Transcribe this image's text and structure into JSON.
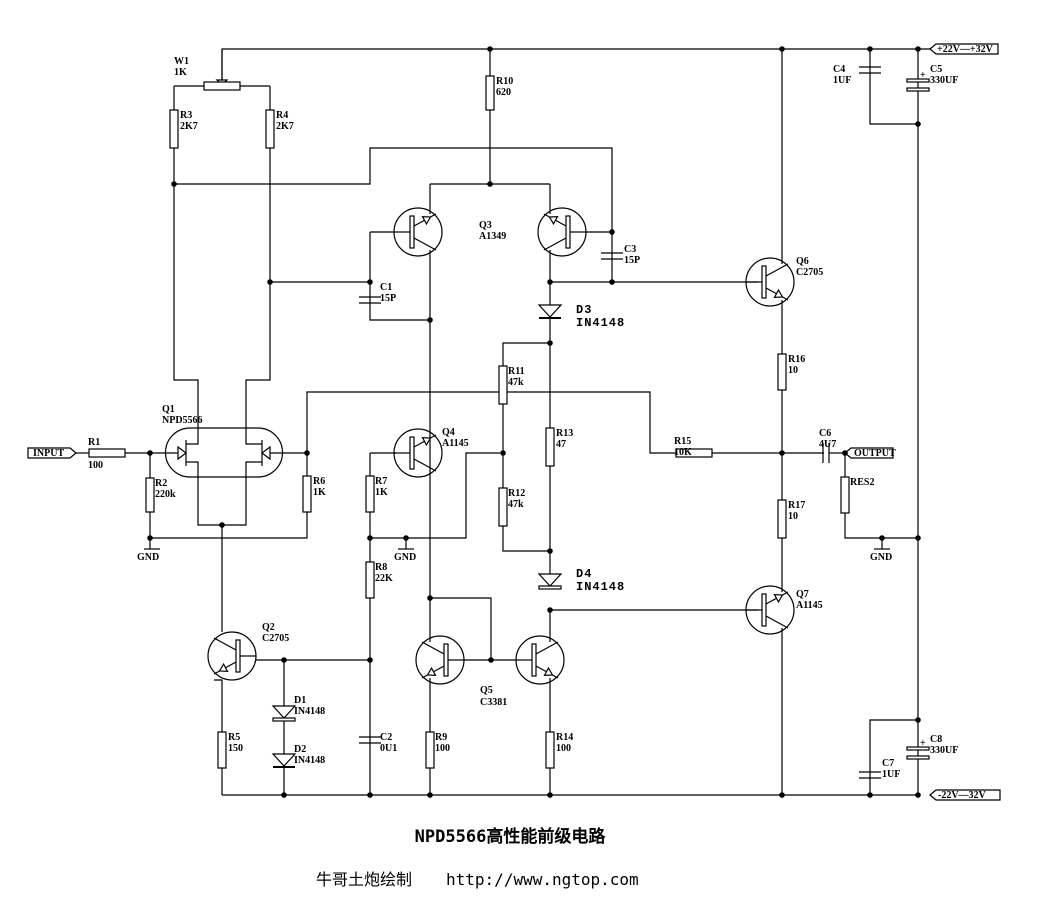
{
  "title": "NPD5566高性能前级电路",
  "credit": {
    "author": "牛哥土炮绘制",
    "url": "http://www.ngtop.com"
  },
  "ports": {
    "input": "INPUT",
    "output": "OUTPUT",
    "vpos": "+22V—+32V",
    "vneg": "-22V—32V",
    "gnd": "GND"
  },
  "components": {
    "W1": {
      "ref": "W1",
      "value": "1K"
    },
    "R1": {
      "ref": "R1",
      "value": "100"
    },
    "R2": {
      "ref": "R2",
      "value": "220k"
    },
    "R3": {
      "ref": "R3",
      "value": "2K7"
    },
    "R4": {
      "ref": "R4",
      "value": "2K7"
    },
    "R5": {
      "ref": "R5",
      "value": "150"
    },
    "R6": {
      "ref": "R6",
      "value": "1K"
    },
    "R7": {
      "ref": "R7",
      "value": "1K"
    },
    "R8": {
      "ref": "R8",
      "value": "22K"
    },
    "R9": {
      "ref": "R9",
      "value": "100"
    },
    "R10": {
      "ref": "R10",
      "value": "620"
    },
    "R11": {
      "ref": "R11",
      "value": "47k"
    },
    "R12": {
      "ref": "R12",
      "value": "47k"
    },
    "R13": {
      "ref": "R13",
      "value": "47"
    },
    "R14": {
      "ref": "R14",
      "value": "100"
    },
    "R15": {
      "ref": "R15",
      "value": "10K"
    },
    "R16": {
      "ref": "R16",
      "value": "10"
    },
    "R17": {
      "ref": "R17",
      "value": "10"
    },
    "RES2": {
      "ref": "RES2",
      "value": ""
    },
    "C1": {
      "ref": "C1",
      "value": "15P"
    },
    "C2": {
      "ref": "C2",
      "value": "0U1"
    },
    "C3": {
      "ref": "C3",
      "value": "15P"
    },
    "C4": {
      "ref": "C4",
      "value": "1UF"
    },
    "C5": {
      "ref": "C5",
      "value": "330UF"
    },
    "C6": {
      "ref": "C6",
      "value": "4U7"
    },
    "C7": {
      "ref": "C7",
      "value": "1UF"
    },
    "C8": {
      "ref": "C8",
      "value": "330UF"
    },
    "D1": {
      "ref": "D1",
      "value": "IN4148"
    },
    "D2": {
      "ref": "D2",
      "value": "IN4148"
    },
    "D3": {
      "ref": "D3",
      "value": "IN4148"
    },
    "D4": {
      "ref": "D4",
      "value": "IN4148"
    },
    "Q1": {
      "ref": "Q1",
      "value": "NPD5566"
    },
    "Q2": {
      "ref": "Q2",
      "value": "C2705"
    },
    "Q3": {
      "ref": "Q3",
      "value": "A1349"
    },
    "Q4": {
      "ref": "Q4",
      "value": "A1145"
    },
    "Q5": {
      "ref": "Q5",
      "value": "C3381"
    },
    "Q6": {
      "ref": "Q6",
      "value": "C2705"
    },
    "Q7": {
      "ref": "Q7",
      "value": "A1145"
    }
  }
}
